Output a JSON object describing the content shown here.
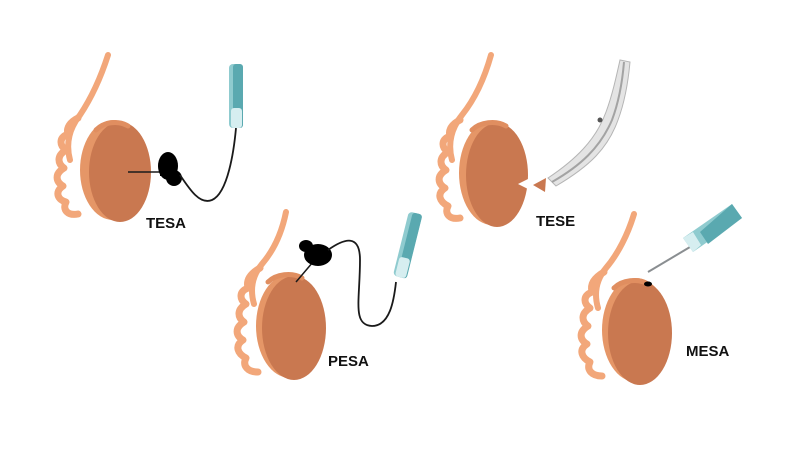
{
  "panels": [
    {
      "id": "tesa",
      "label": "TESA"
    },
    {
      "id": "pesa",
      "label": "PESA"
    },
    {
      "id": "tese",
      "label": "TESE"
    },
    {
      "id": "mesa",
      "label": "MESA"
    }
  ],
  "colors": {
    "testis_fill": "#C97850",
    "testis_shadow": "#B8683F",
    "tubule": "#F2A77A",
    "tubule_dark": "#E08E60",
    "epididymis": "#E59667",
    "needle_glass": "#8FCBCF",
    "needle_dark": "#5AA9B0",
    "needle_metal": "#A9ADB0",
    "tubing": "#1a1a1a",
    "syringe_black": "#000000",
    "scissors_light": "#E4E4E4",
    "scissors_dark": "#A3A3A3",
    "tissue_piece": "#C97850"
  },
  "icons": [
    "testis-icon",
    "syringe-needle-icon",
    "scissors-icon",
    "aspiration-pad-icon"
  ]
}
